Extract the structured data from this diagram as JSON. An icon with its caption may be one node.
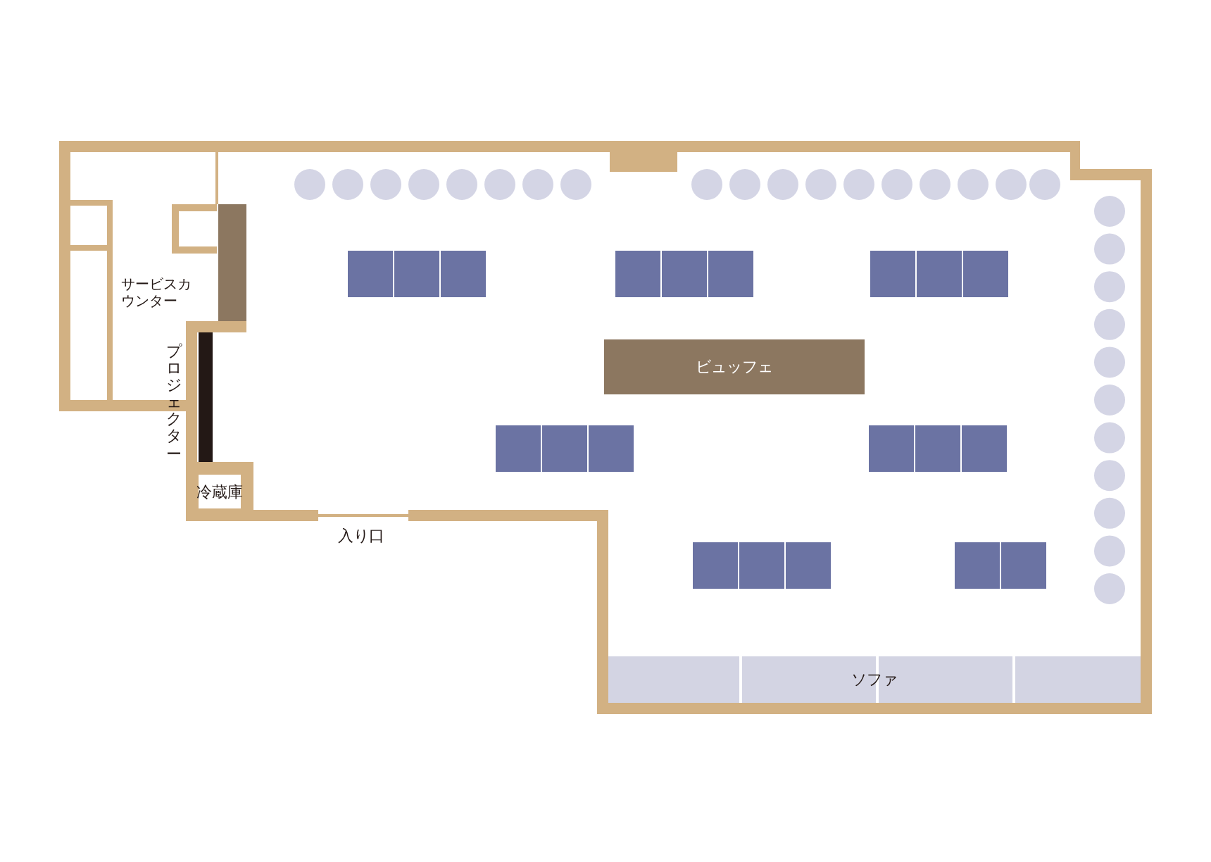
{
  "diagram": {
    "nodes": [
      {
        "text": [],
        "shape": "bar"
      },
      {
        "text": [
          "冷蔵庫"
        ]
      },
      {
        "text": [
          "ビュッフェ"
        ]
      },
      {
        "text": [
          "ソファ"
        ]
      },
      {
        "text": [],
        "shape": "box"
      },
      {
        "text": [],
        "shape": "box"
      },
      {
        "text": [],
        "shape": "box"
      },
      {
        "text": [],
        "shape": "box"
      },
      {
        "text": [],
        "shape": "box"
      },
      {
        "text": [],
        "shape": "box"
      },
      {
        "text": [],
        "shape": "box"
      }
    ],
    "edges": [],
    "labels": [
      "サービスカウンター",
      "プロジェクター",
      "入り口"
    ]
  }
}
